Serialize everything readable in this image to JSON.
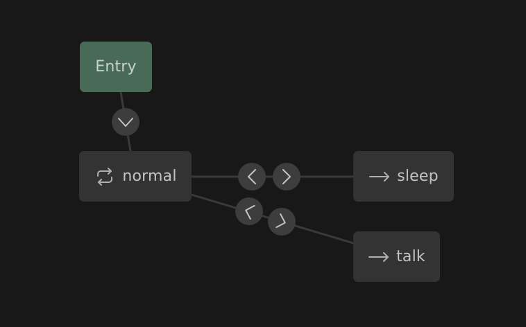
{
  "graph": {
    "nodes": {
      "entry": {
        "label": "Entry",
        "color": "#4a6a58"
      },
      "normal": {
        "label": "normal",
        "icon": "loop-icon"
      },
      "sleep": {
        "label": "sleep",
        "icon": "arrow-right-icon"
      },
      "talk": {
        "label": "talk",
        "icon": "arrow-right-icon"
      }
    },
    "links": [
      {
        "from": "Entry",
        "to": "normal",
        "handles": [
          "chevron-down-icon"
        ]
      },
      {
        "from": "normal",
        "to": "sleep",
        "handles": [
          "chevron-left-icon",
          "chevron-right-icon"
        ]
      },
      {
        "from": "normal",
        "to": "talk",
        "handles": [
          "chevron-left-icon",
          "chevron-right-icon"
        ]
      }
    ],
    "colors": {
      "background": "#181818",
      "node": "#333333",
      "handle": "#3d3d3d",
      "line": "#3a3a3a",
      "text": "#c4c4c4"
    }
  }
}
